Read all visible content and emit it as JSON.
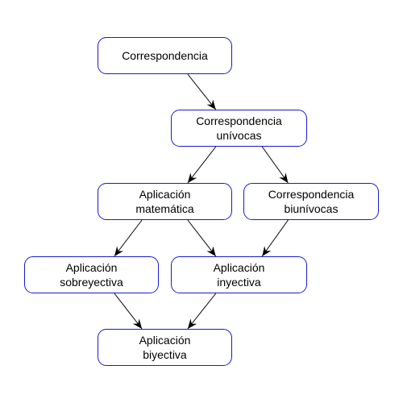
{
  "diagram": {
    "colors": {
      "node_border": "#1a1acc",
      "edge": "#000000",
      "text": "#000000",
      "background": "#ffffff"
    },
    "nodes": [
      {
        "id": "correspondencia",
        "label": "Correspondencia"
      },
      {
        "id": "correspondencia-univocas",
        "label": "Correspondencia\nunívocas"
      },
      {
        "id": "aplicacion-matematica",
        "label": "Aplicación\nmatemática"
      },
      {
        "id": "correspondencia-biunivocas",
        "label": "Correspondencia\nbiunívocas"
      },
      {
        "id": "aplicacion-sobreyectiva",
        "label": "Aplicación\nsobreyectiva"
      },
      {
        "id": "aplicacion-inyectiva",
        "label": "Aplicación\ninyectiva"
      },
      {
        "id": "aplicacion-biyectiva",
        "label": "Aplicación\nbiyectiva"
      }
    ],
    "edges": [
      {
        "from": "correspondencia",
        "to": "correspondencia-univocas"
      },
      {
        "from": "correspondencia-univocas",
        "to": "aplicacion-matematica"
      },
      {
        "from": "correspondencia-univocas",
        "to": "correspondencia-biunivocas"
      },
      {
        "from": "aplicacion-matematica",
        "to": "aplicacion-sobreyectiva"
      },
      {
        "from": "aplicacion-matematica",
        "to": "aplicacion-inyectiva"
      },
      {
        "from": "correspondencia-biunivocas",
        "to": "aplicacion-inyectiva"
      },
      {
        "from": "aplicacion-sobreyectiva",
        "to": "aplicacion-biyectiva"
      },
      {
        "from": "aplicacion-inyectiva",
        "to": "aplicacion-biyectiva"
      }
    ]
  }
}
